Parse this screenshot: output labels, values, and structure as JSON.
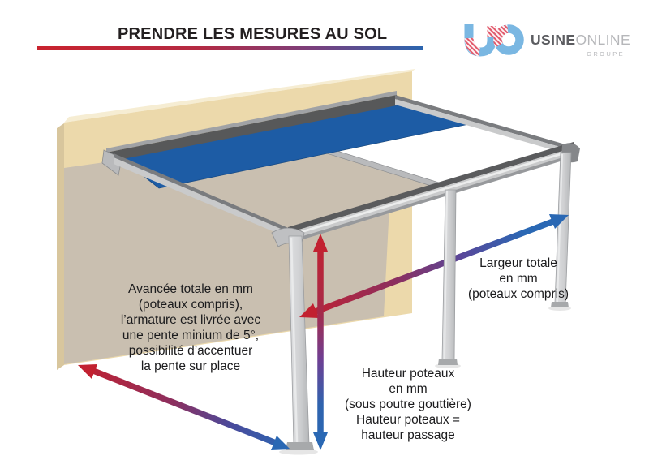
{
  "header": {
    "title": "PRENDRE LES MESURES AU SOL"
  },
  "logo": {
    "monogram": "UO",
    "name_bold": "USINE",
    "name_light": "ONLINE",
    "subtitle": "GROUPE"
  },
  "diagram": {
    "labels": {
      "avancee": {
        "lines": [
          "Avancée totale en mm",
          "(poteaux compris),",
          "l’armature est livrée avec",
          "une pente minium de 5°,",
          "possibilité d’accentuer",
          "la pente sur place"
        ]
      },
      "largeur": {
        "lines": [
          "Largeur totale",
          "en mm",
          "(poteaux compris)"
        ]
      },
      "hauteur": {
        "lines": [
          "Hauteur poteaux",
          "en mm",
          "(sous poutre gouttière)",
          "Hauteur poteaux =",
          "hauteur passage"
        ]
      }
    }
  },
  "colors": {
    "accent_red": "#c9232e",
    "accent_blue": "#2a65af",
    "accent_purple": "#6f3f93",
    "panel_blue": "#1d5ca5",
    "wall_beige": "#ecd9ab",
    "wall_shadow": "#c9bfb0",
    "frame_gray": "#c9cacb",
    "beam_dark": "#575859",
    "logo_blue": "#7ab7e2",
    "logo_red": "#e2596b",
    "logo_text_dark": "#5c5d61",
    "logo_text_light": "#b6b7ba"
  }
}
